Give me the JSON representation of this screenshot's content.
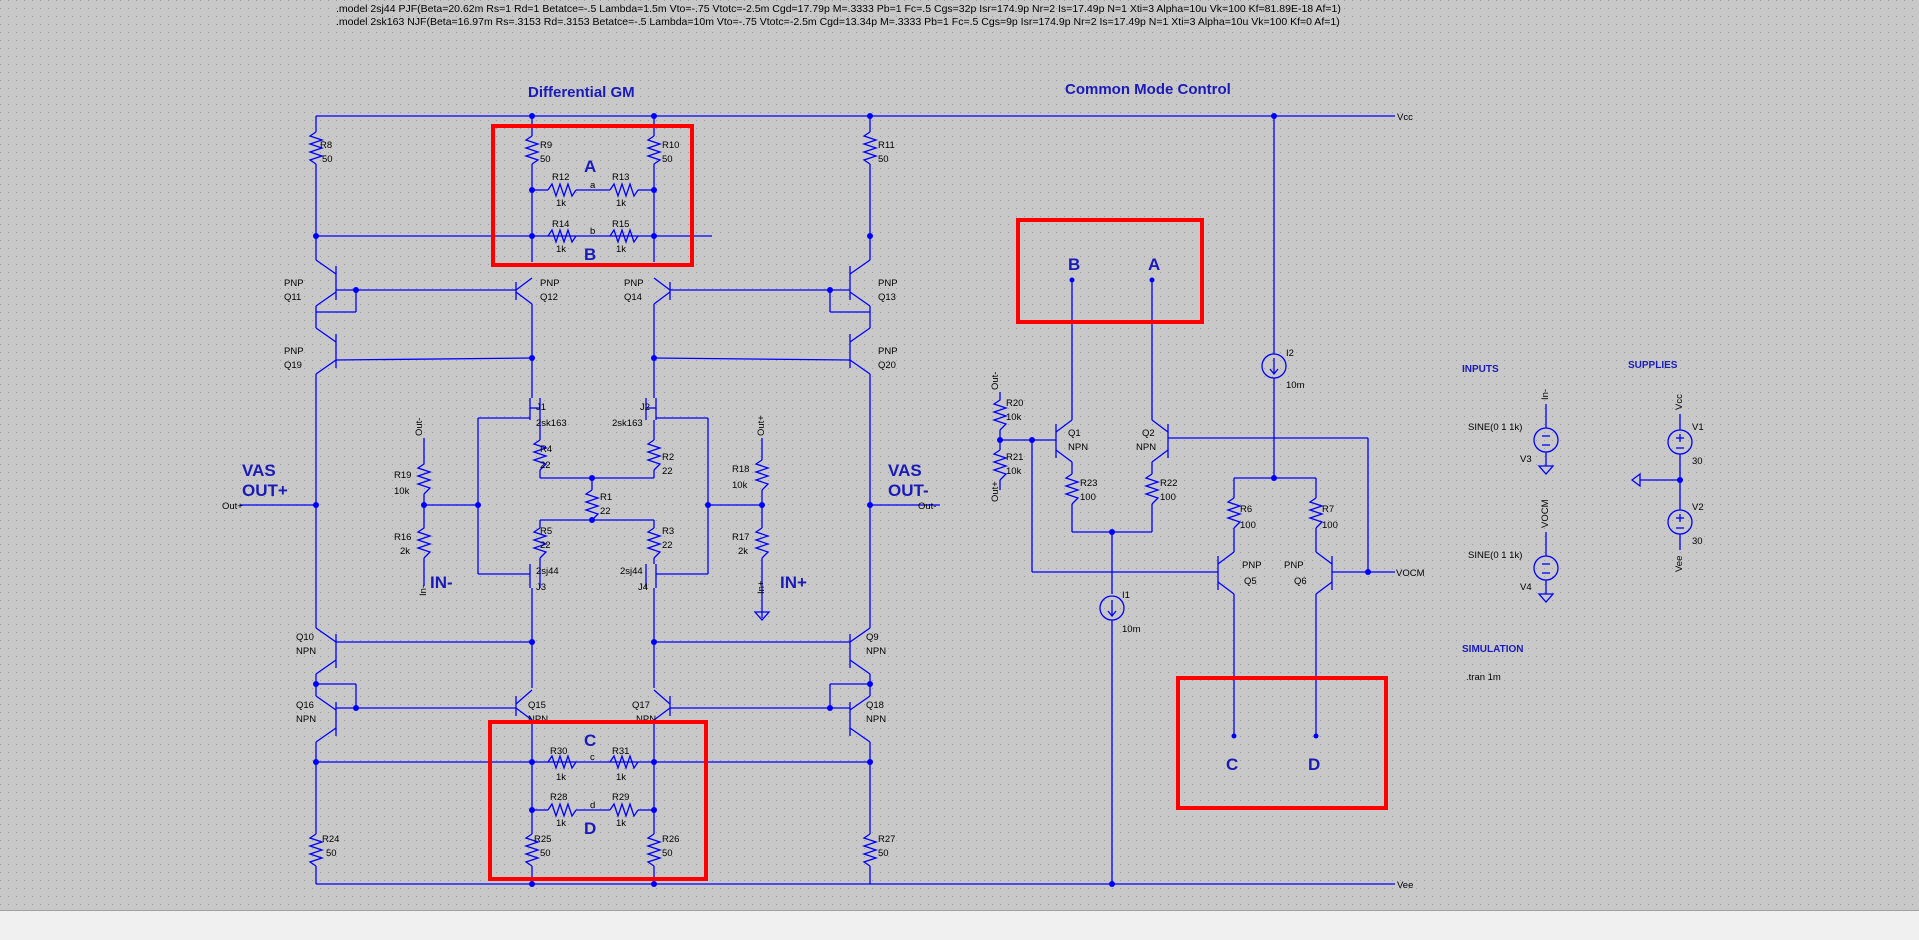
{
  "models": {
    "line1": ".model 2sj44 PJF(Beta=20.62m Rs=1 Rd=1 Betatce=-.5 Lambda=1.5m Vto=-.75 Vtotc=-2.5m Cgd=17.79p M=.3333 Pb=1 Fc=.5 Cgs=32p Isr=174.9p Nr=2 Is=17.49p N=1 Xti=3 Alpha=10u Vk=100 Kf=81.89E-18 Af=1)",
    "line2": ".model 2sk163 NJF(Beta=16.97m Rs=.3153 Rd=.3153 Betatce=-.5 Lambda=10m Vto=-.75 Vtotc=-2.5m Cgd=13.34p M=.3333 Pb=1 Fc=.5 Cgs=9p Isr=174.9p Nr=2 Is=17.49p N=1 Xti=3 Alpha=10u Vk=100 Kf=0 Af=1)"
  },
  "headings": {
    "diff_gm": "Differential GM",
    "cm_control": "Common Mode Control",
    "vas_out_plus_1": "VAS",
    "vas_out_plus_2": "OUT+",
    "vas_out_minus_1": "VAS",
    "vas_out_minus_2": "OUT-",
    "in_minus": "IN-",
    "in_plus": "IN+",
    "inputs": "INPUTS",
    "supplies": "SUPPLIES",
    "simulation": "SIMULATION",
    "tran": ".tran 1m"
  },
  "nets": {
    "vcc": "Vcc",
    "vee": "Vee",
    "vocm": "VOCM",
    "out_plus": "Out+",
    "out_minus": "Out-",
    "in_plus": "In+",
    "in_minus": "In-",
    "a_small": "a",
    "b_small": "b",
    "c_small": "c",
    "d_small": "d"
  },
  "markers": {
    "A": "A",
    "B": "B",
    "C": "C",
    "D": "D"
  },
  "resistors": {
    "R8": [
      "R8",
      "50"
    ],
    "R9": [
      "R9",
      "50"
    ],
    "R10": [
      "R10",
      "50"
    ],
    "R11": [
      "R11",
      "50"
    ],
    "R12": [
      "R12",
      "1k"
    ],
    "R13": [
      "R13",
      "1k"
    ],
    "R14": [
      "R14",
      "1k"
    ],
    "R15": [
      "R15",
      "1k"
    ],
    "R4": [
      "R4",
      "22"
    ],
    "R2": [
      "R2",
      "22"
    ],
    "R1": [
      "R1",
      "22"
    ],
    "R5": [
      "R5",
      "22"
    ],
    "R3": [
      "R3",
      "22"
    ],
    "R19": [
      "R19",
      "10k"
    ],
    "R16": [
      "R16",
      "2k"
    ],
    "R18": [
      "R18",
      "10k"
    ],
    "R17": [
      "R17",
      "2k"
    ],
    "R30": [
      "R30",
      "1k"
    ],
    "R31": [
      "R31",
      "1k"
    ],
    "R28": [
      "R28",
      "1k"
    ],
    "R29": [
      "R29",
      "1k"
    ],
    "R24": [
      "R24",
      "50"
    ],
    "R25": [
      "R25",
      "50"
    ],
    "R26": [
      "R26",
      "50"
    ],
    "R27": [
      "R27",
      "50"
    ],
    "R20": [
      "R20",
      "10k"
    ],
    "R21": [
      "R21",
      "10k"
    ],
    "R23": [
      "R23",
      "100"
    ],
    "R22": [
      "R22",
      "100"
    ],
    "R6": [
      "R6",
      "100"
    ],
    "R7": [
      "R7",
      "100"
    ]
  },
  "transistors": {
    "Q11": [
      "PNP",
      "Q11"
    ],
    "Q12": [
      "PNP",
      "Q12"
    ],
    "Q14": [
      "PNP",
      "Q14"
    ],
    "Q13": [
      "PNP",
      "Q13"
    ],
    "Q19": [
      "PNP",
      "Q19"
    ],
    "Q20": [
      "PNP",
      "Q20"
    ],
    "Q10": [
      "Q10",
      "NPN"
    ],
    "Q9": [
      "Q9",
      "NPN"
    ],
    "Q16": [
      "Q16",
      "NPN"
    ],
    "Q15": [
      "Q15",
      "NPN"
    ],
    "Q17": [
      "Q17",
      "NPN"
    ],
    "Q18": [
      "Q18",
      "NPN"
    ],
    "Q1": [
      "Q1",
      "NPN"
    ],
    "Q2": [
      "Q2",
      "NPN"
    ],
    "Q5": [
      "PNP",
      "Q5"
    ],
    "Q6": [
      "PNP",
      "Q6"
    ],
    "J1": [
      "J1",
      "2sk163"
    ],
    "J2": [
      "J2",
      "2sk163"
    ],
    "J3": [
      "2sj44",
      "J3"
    ],
    "J4": [
      "2sj44",
      "J4"
    ]
  },
  "sources": {
    "I2": [
      "I2",
      "10m"
    ],
    "I1": [
      "I1",
      "10m"
    ],
    "V3": [
      "SINE(0 1 1k)",
      "V3"
    ],
    "V4": [
      "SINE(0 1 1k)",
      "V4"
    ],
    "V1": [
      "V1",
      "30"
    ],
    "V2": [
      "V2",
      "30"
    ]
  },
  "colors": {
    "wire": "#0000ff",
    "highlight": "#ff0000",
    "background": "#c8c8c8",
    "heading": "#1a1ab8"
  }
}
